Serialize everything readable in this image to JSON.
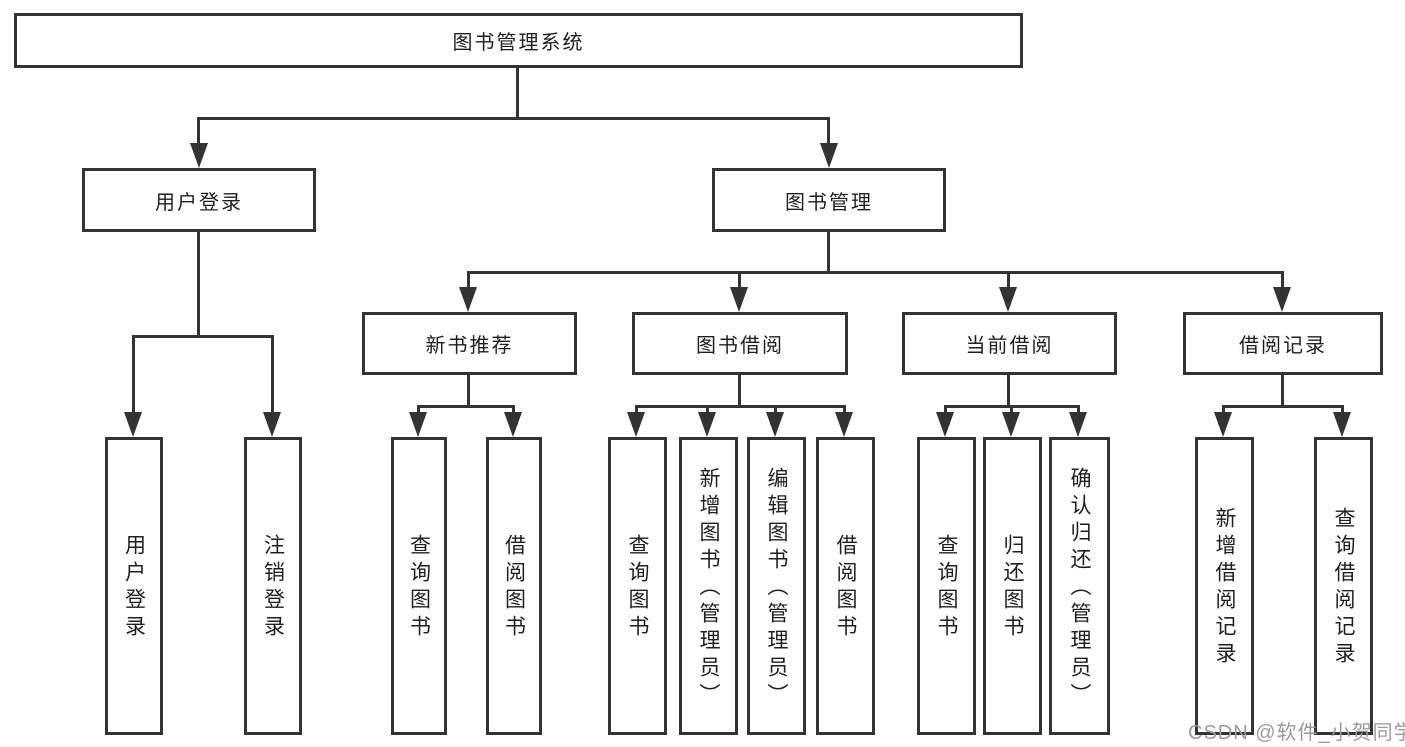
{
  "diagram": {
    "type": "hierarchy-tree",
    "tree": {
      "label": "图书管理系统",
      "children": [
        {
          "label": "用户登录",
          "children": [
            {
              "label": "用户登录"
            },
            {
              "label": "注销登录"
            }
          ]
        },
        {
          "label": "图书管理",
          "children": [
            {
              "label": "新书推荐",
              "children": [
                {
                  "label": "查询图书"
                },
                {
                  "label": "借阅图书"
                }
              ]
            },
            {
              "label": "图书借阅",
              "children": [
                {
                  "label": "查询图书"
                },
                {
                  "label": "新增图书（管理员）"
                },
                {
                  "label": "编辑图书（管理员）"
                },
                {
                  "label": "借阅图书"
                }
              ]
            },
            {
              "label": "当前借阅",
              "children": [
                {
                  "label": "查询图书"
                },
                {
                  "label": "归还图书"
                },
                {
                  "label": "确认归还（管理员）"
                }
              ]
            },
            {
              "label": "借阅记录",
              "children": [
                {
                  "label": "新增借阅记录"
                },
                {
                  "label": "查询借阅记录"
                }
              ]
            }
          ]
        }
      ]
    },
    "colors": {
      "line": "#333333",
      "box_border": "#333333",
      "box_fill": "#ffffff",
      "text": "#1f1f1f",
      "background": "#ffffff"
    }
  },
  "watermark": {
    "text": "CSDN @软件_小贺同学",
    "color": "#9b9b9b"
  }
}
